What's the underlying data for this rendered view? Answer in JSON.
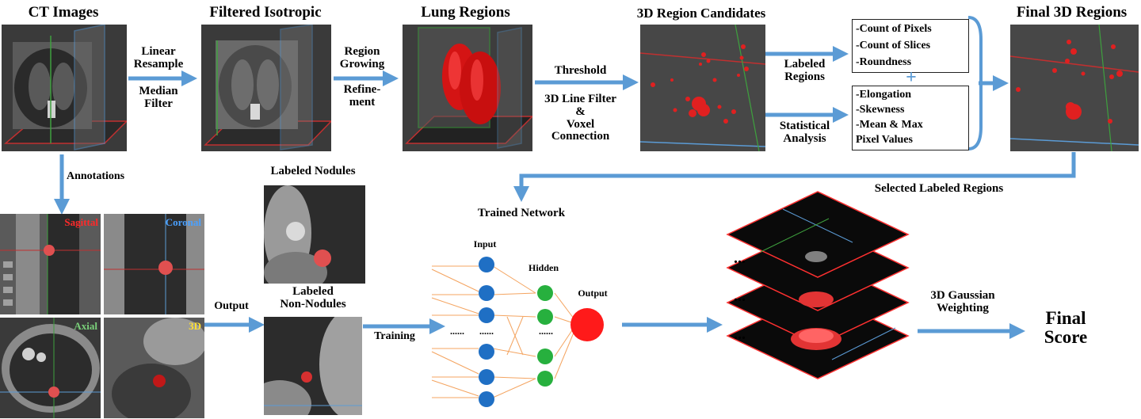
{
  "titles": {
    "ct_images": "CT Images",
    "filtered_isotropic": "Filtered Isotropic",
    "lung_regions": "Lung Regions",
    "region_candidates": "3D Region Candidates",
    "final_regions": "Final 3D Regions",
    "labeled_nodules": "Labeled Nodules",
    "labeled_non_nodules_1": "Labeled",
    "labeled_non_nodules_2": "Non-Nodules",
    "trained_network": "Trained Network",
    "selected_labeled_regions": "Selected Labeled Regions",
    "final_score_1": "Final",
    "final_score_2": "Score"
  },
  "steps": {
    "linear_resample_1": "Linear",
    "linear_resample_2": "Resample",
    "median_filter_1": "Median",
    "median_filter_2": "Filter",
    "region_growing_1": "Region",
    "region_growing_2": "Growing",
    "refinement_1": "Refine-",
    "refinement_2": "ment",
    "threshold": "Threshold",
    "line_filter_1": "3D Line Filter",
    "line_filter_2": "&",
    "line_filter_3": "Voxel",
    "line_filter_4": "Connection",
    "labeled_regions_1": "Labeled",
    "labeled_regions_2": "Regions",
    "statistical_analysis_1": "Statistical",
    "statistical_analysis_2": "Analysis",
    "annotations": "Annotations",
    "output": "Output",
    "training": "Training",
    "gaussian_1": "3D Gaussian",
    "gaussian_2": "Weighting"
  },
  "features_top": [
    "-Count of Pixels",
    "-Count of Slices",
    "-Roundness"
  ],
  "features_plus": "+",
  "features_bottom": [
    "-Elongation",
    "-Skewness",
    "-Mean & Max",
    "Pixel Values"
  ],
  "views": {
    "sagittal": "Sagittal",
    "coronal": "Coronal",
    "axial": "Axial",
    "three_d": "3D"
  },
  "network": {
    "input": "Input",
    "hidden": "Hidden",
    "output": "Output",
    "ellipsis_input": "......",
    "ellipsis_hidden": "......"
  },
  "stack_ellipsis": [
    "...",
    "...",
    "..."
  ],
  "colors": {
    "arrow": "#5b9bd5",
    "node_input": "#1f6fc4",
    "node_hidden": "#27b03e",
    "node_output": "#ff1a1a",
    "network_lines": "#f4a460",
    "nodule": "#e02020"
  }
}
